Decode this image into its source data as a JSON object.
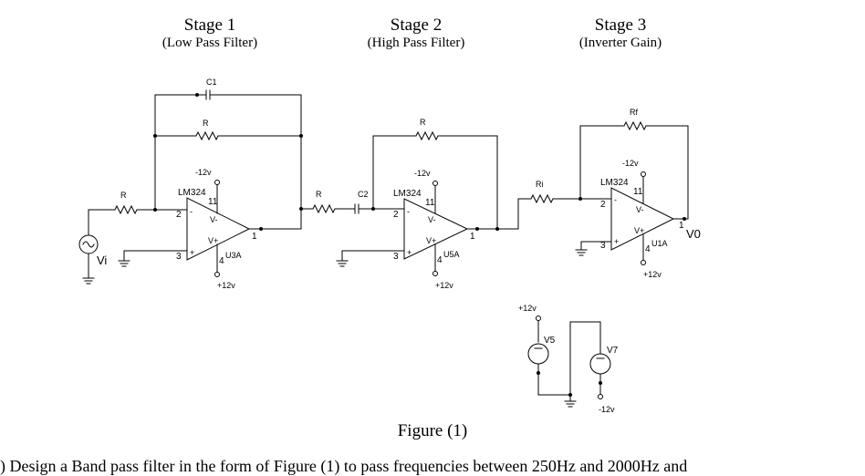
{
  "stages": [
    {
      "title": "Stage 1",
      "subtitle": "(Low Pass Filter)"
    },
    {
      "title": "Stage 2",
      "subtitle": "(High Pass Filter)"
    },
    {
      "title": "Stage 3",
      "subtitle": "(Inverter Gain)"
    }
  ],
  "components": {
    "stage1": {
      "capacitor": "C1",
      "feedback_resistor": "R",
      "input_resistor": "R",
      "opamp_model": "LM324",
      "opamp_ref": "U3A",
      "neg_supply": "-12v",
      "pos_supply": "+12v",
      "pin_inv": "2",
      "pin_noninv": "3",
      "pin_out": "1",
      "pin_vneg": "11",
      "pin_vpos": "4",
      "vneg_label": "V-",
      "vpos_label": "V+",
      "minus_sign": "-",
      "plus_sign": "+"
    },
    "stage2": {
      "input_resistor": "R",
      "capacitor": "C2",
      "feedback_resistor": "R",
      "opamp_model": "LM324",
      "opamp_ref": "U5A",
      "neg_supply": "-12v",
      "pos_supply": "+12v",
      "pin_inv": "2",
      "pin_noninv": "3",
      "pin_out": "1",
      "pin_vneg": "11",
      "pin_vpos": "4",
      "vneg_label": "V-",
      "vpos_label": "V+",
      "minus_sign": "-",
      "plus_sign": "+"
    },
    "stage3": {
      "input_resistor": "Ri",
      "feedback_resistor": "Rf",
      "opamp_model": "LM324",
      "opamp_ref": "U1A",
      "neg_supply": "-12v",
      "pos_supply": "+12v",
      "pin_inv": "2",
      "pin_noninv": "3",
      "pin_out": "1",
      "pin_vneg": "11",
      "pin_vpos": "4",
      "vneg_label": "V-",
      "vpos_label": "V+",
      "minus_sign": "-",
      "plus_sign": "+",
      "output_label": "V0"
    },
    "source": {
      "label": "Vi"
    },
    "supplies": {
      "v5_label": "V5",
      "v5_terminal": "+12v",
      "v7_label": "V7",
      "v7_terminal": "-12v"
    }
  },
  "caption": "Figure (1)",
  "question_text": ") Design a Band pass filter in the form of Figure (1) to pass frequencies between 250Hz and 2000Hz and"
}
